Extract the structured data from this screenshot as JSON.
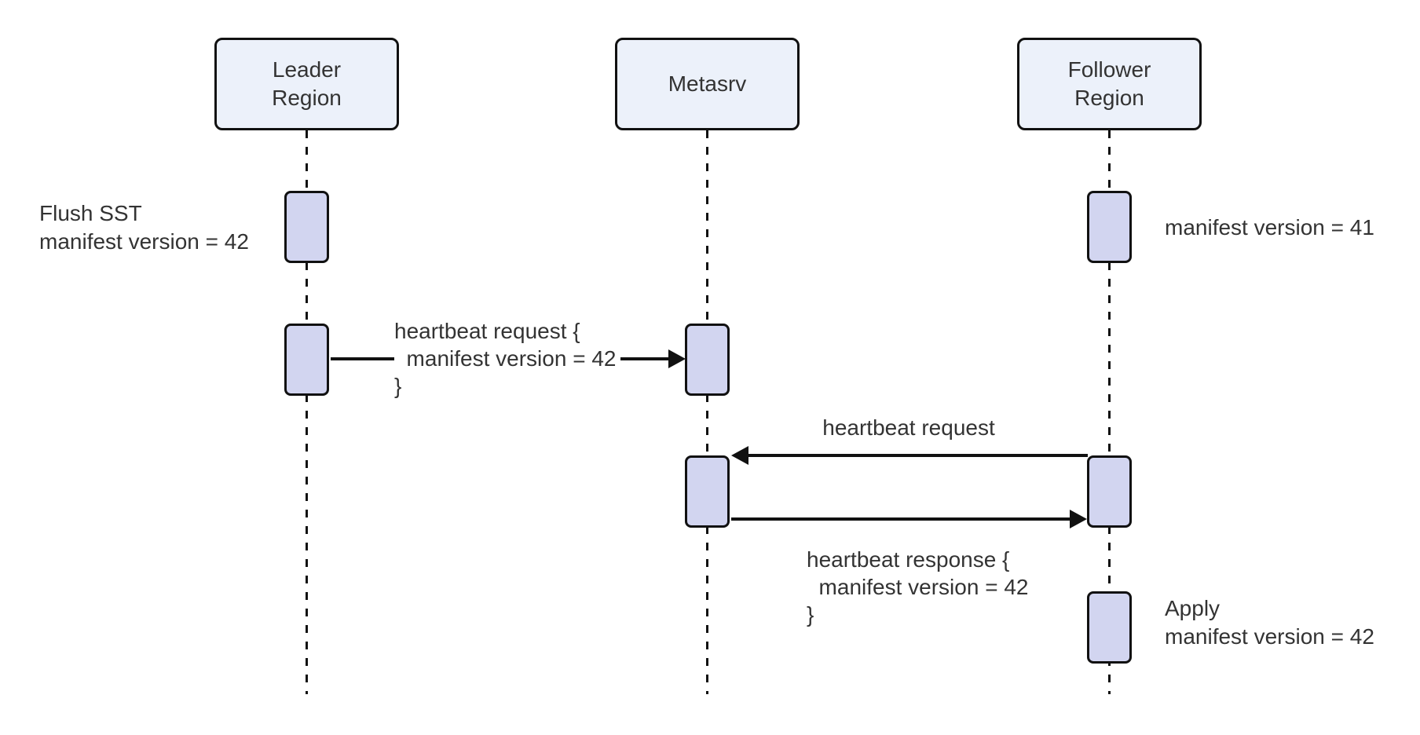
{
  "diagram": {
    "type": "sequence-diagram",
    "participants": [
      {
        "id": "leader-region",
        "label": "Leader\nRegion"
      },
      {
        "id": "metasrv",
        "label": "Metasrv"
      },
      {
        "id": "follower-region",
        "label": "Follower\nRegion"
      }
    ],
    "messages": [
      {
        "from": "leader-region",
        "to": "metasrv",
        "label": "heartbeat request {\n  manifest version = 42\n}"
      },
      {
        "from": "follower-region",
        "to": "metasrv",
        "label": "heartbeat request"
      },
      {
        "from": "metasrv",
        "to": "follower-region",
        "label": "heartbeat response {\n  manifest version = 42\n}"
      }
    ],
    "annotations": [
      {
        "near": "leader-region",
        "text": "Flush SST\nmanifest version = 42"
      },
      {
        "near": "follower-region",
        "text": "manifest version = 41"
      },
      {
        "near": "follower-region",
        "text": "Apply\nmanifest version = 42"
      }
    ],
    "colors": {
      "participant_fill": "#ECF1FA",
      "activation_fill": "#D2D5F0",
      "line": "#111111",
      "text": "#333333",
      "background": "#FFFFFF"
    }
  }
}
